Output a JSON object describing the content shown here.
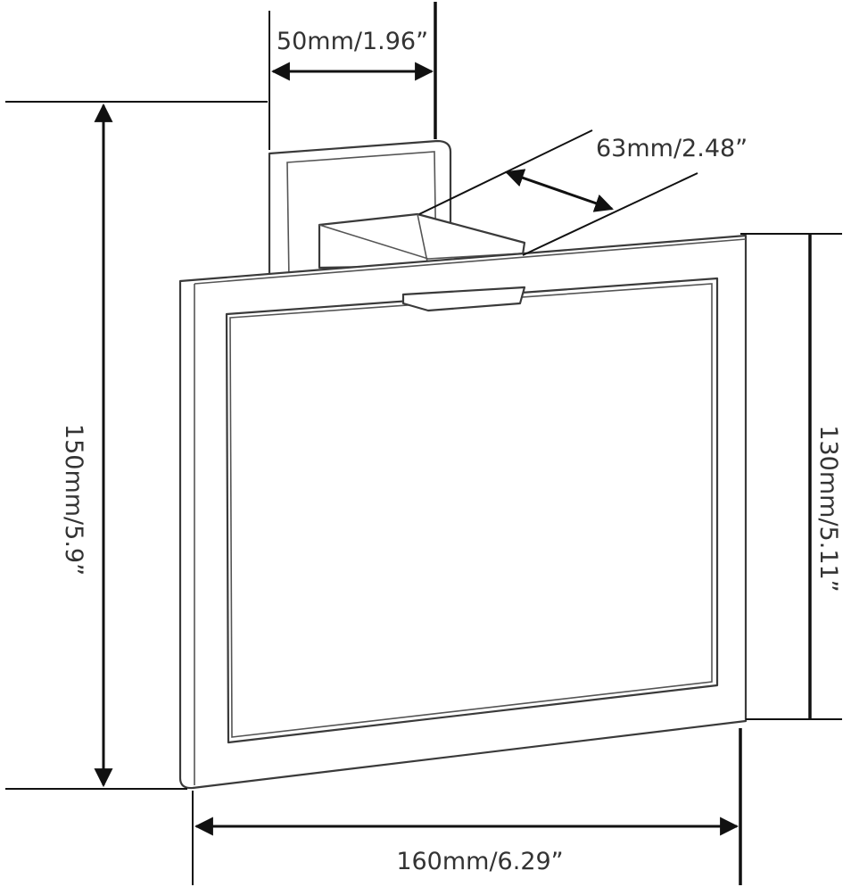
{
  "dimensions": {
    "base_width": "50mm/1.96”",
    "projection_depth": "63mm/2.48”",
    "overall_height": "150mm/5.9”",
    "ring_height": "130mm/5.11”",
    "overall_width": "160mm/6.29”"
  },
  "colors": {
    "line": "#111111",
    "outline": "#3a3a3a",
    "text": "#333333",
    "background": "#ffffff"
  }
}
